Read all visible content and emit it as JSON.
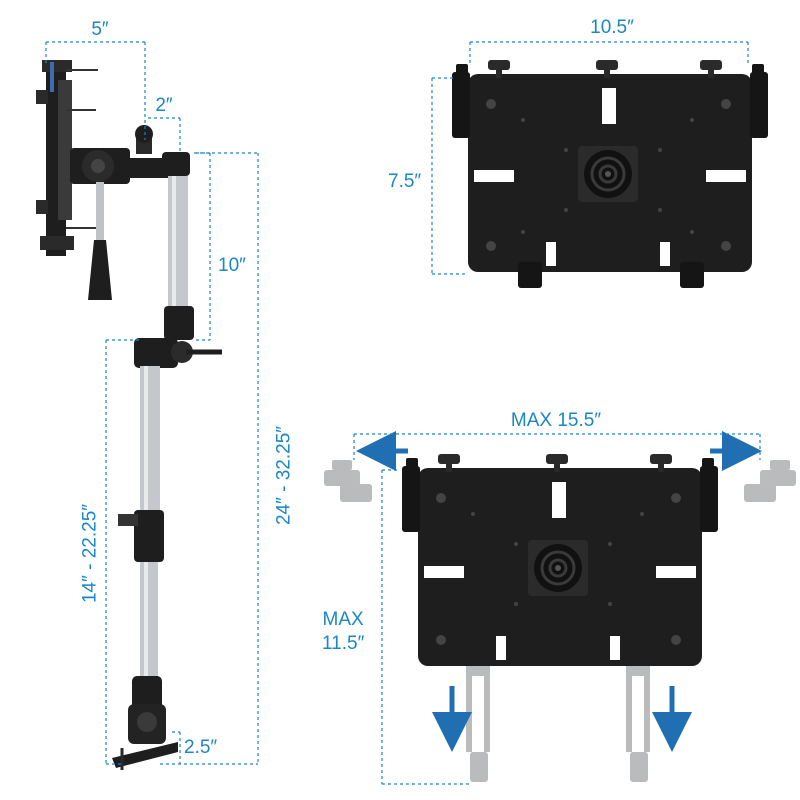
{
  "colors": {
    "dimension": "#1a86c8",
    "arrow": "#1f6fb2",
    "mount_body": "#1e1e1e",
    "pole": "#c4c8cc",
    "ghost": "#b9bbbd"
  },
  "labels": {
    "pole_depth": "5″",
    "clamp_offset": "2″",
    "upper_arm": "10″",
    "total_height": "24″ - 32.25″",
    "lower_pole": "14″ - 22.25″",
    "base": "2.5″",
    "tray_width": "10.5″",
    "tray_height": "7.5″",
    "max_width": "MAX 15.5″",
    "max_height": "MAX\n11.5″"
  }
}
